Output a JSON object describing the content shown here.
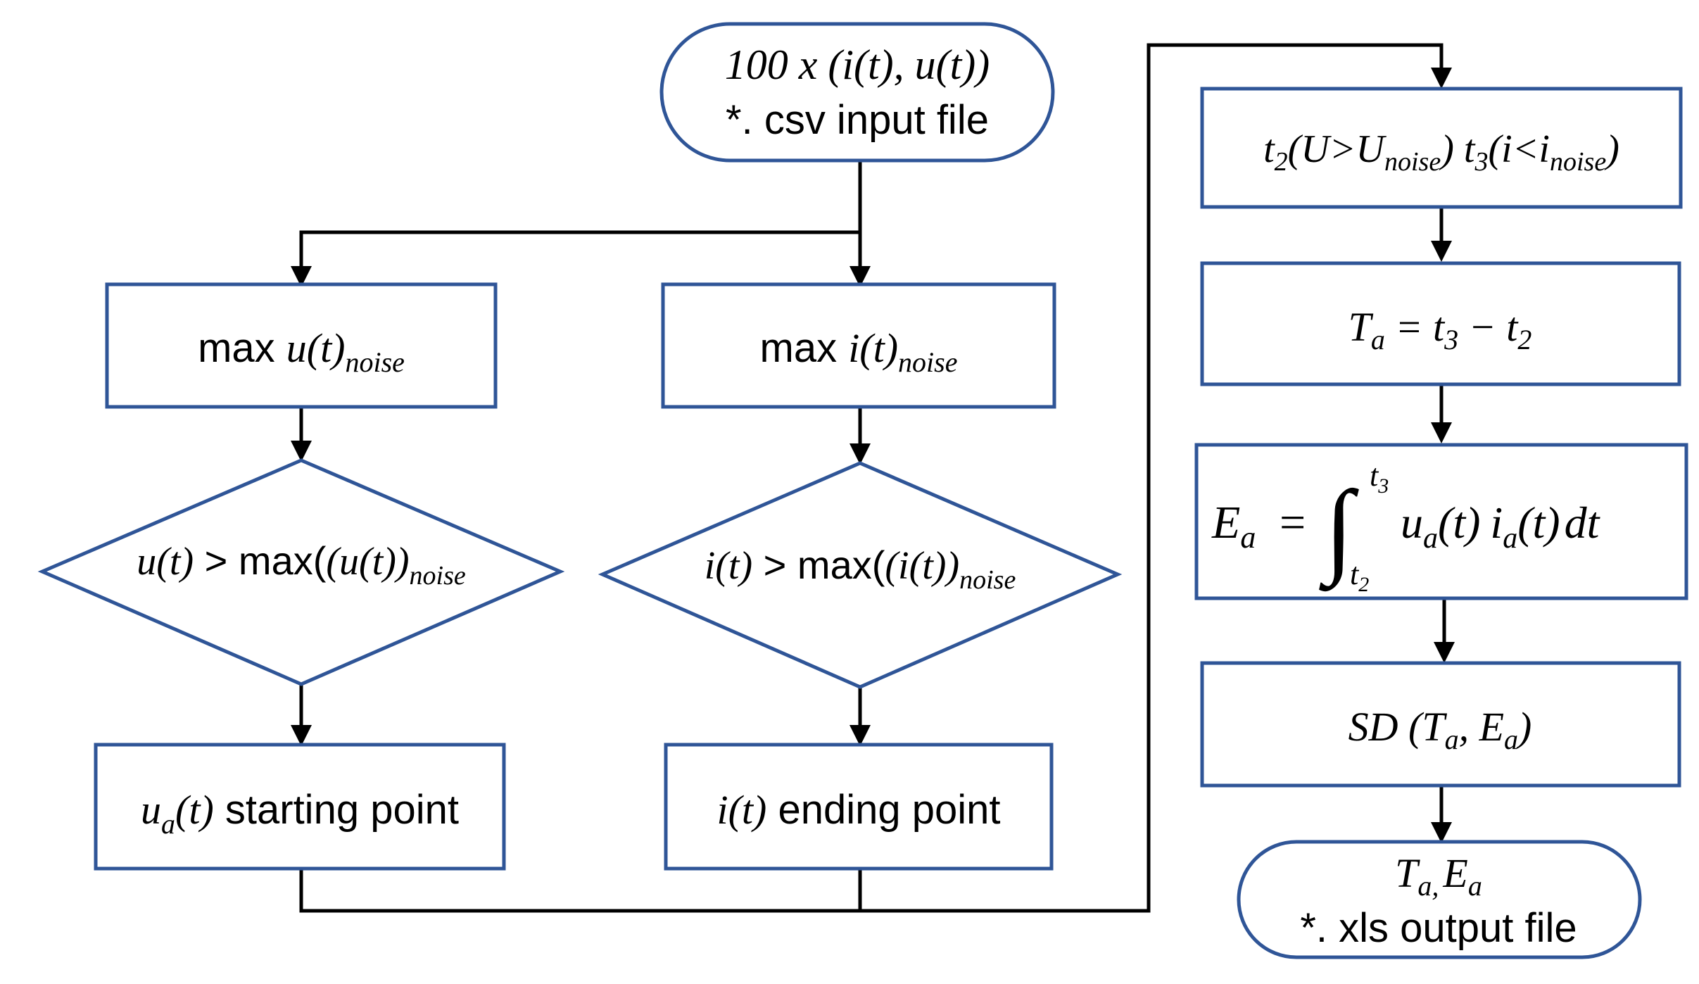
{
  "flowchart": {
    "start": {
      "line1": "100 x (i(t), u(t))",
      "line2": "*. csv input file"
    },
    "left": {
      "noise_box": {
        "prefix": "max ",
        "var": "u(t)",
        "sub": "noise"
      },
      "decision": {
        "lhs": "u(t)",
        "op": " > max(",
        "arg": "(u(t))",
        "sub": "noise"
      },
      "result_box": {
        "var": "u",
        "var_sub": "a",
        "var_tail": "(t)",
        "text": " starting point"
      }
    },
    "middle": {
      "noise_box": {
        "prefix": "max ",
        "var": "i(t)",
        "sub": "noise"
      },
      "decision": {
        "lhs": "i(t)",
        "op": " > max(",
        "arg": "(i(t))",
        "sub": "noise"
      },
      "result_box": {
        "var": "i(t)",
        "text": " ending point"
      }
    },
    "right": {
      "times_box": {
        "t2": "t",
        "t2_sub": "2",
        "cond1_a": "(U>U",
        "cond1_sub": "noise",
        "cond1_b": ") ",
        "t3": "t",
        "t3_sub": "3",
        "cond2_a": "(i<i",
        "cond2_sub": "noise",
        "cond2_b": ")"
      },
      "duration_box": {
        "T": "T",
        "T_sub": "a",
        "eq": " = ",
        "t3": "t",
        "t3_sub": "3",
        "minus": " − ",
        "t2": "t",
        "t2_sub": "2"
      },
      "energy_box": {
        "E": "E",
        "E_sub": "a",
        "eq": "=",
        "integral": "∫",
        "upper": "t",
        "upper_sub": "3",
        "lower": "t",
        "lower_sub": "2",
        "u": "u",
        "u_sub": "a",
        "u_arg": "(t)",
        "i": "i",
        "i_sub": "a",
        "i_arg": "(t)",
        "dt": "dt"
      },
      "sd_box": {
        "fn": "SD (",
        "T": "T",
        "T_sub": "a",
        "sep": ", ",
        "E": "E",
        "E_sub": "a",
        "close": ")"
      },
      "end": {
        "T": "T",
        "T_sub": "a,",
        "E": "E",
        "E_sub": "a",
        "line2": "*. xls output file"
      }
    }
  },
  "colors": {
    "box_border": "#2f5597",
    "connector": "#000000",
    "background": "#ffffff"
  }
}
